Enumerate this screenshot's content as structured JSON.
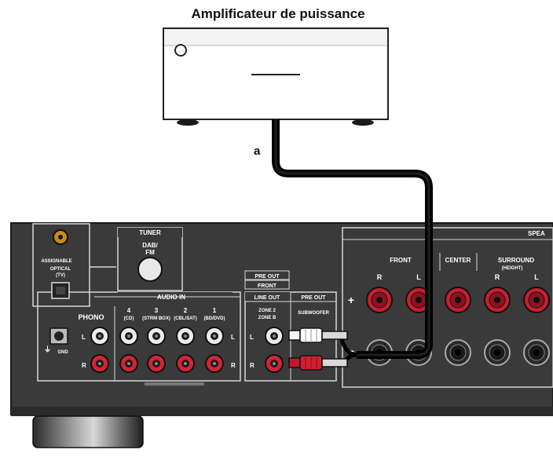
{
  "title": "Amplificateur de puissance",
  "cable_label": "a",
  "receiver": {
    "speakers_header": "SPEA",
    "optical": {
      "top": "ASSIGNABLE",
      "label": "OPTICAL",
      "sub": "(TV)"
    },
    "tuner": {
      "header": "TUNER",
      "dab": "DAB/",
      "fm": "FM"
    },
    "audio_in": {
      "header": "AUDIO IN",
      "phono": "PHONO",
      "gnd": "GND",
      "channels": [
        {
          "num": "4",
          "sub": "(CD)"
        },
        {
          "num": "3",
          "sub": "(STRM BOX)"
        },
        {
          "num": "2",
          "sub": "(CBL/SAT)"
        },
        {
          "num": "1",
          "sub": "(BD/DVD)"
        }
      ],
      "left": "L",
      "right": "R"
    },
    "pre_out": {
      "header": "PRE OUT",
      "front": "FRONT",
      "line_out": "LINE OUT",
      "pre_out2": "PRE OUT",
      "zone2": "ZONE 2",
      "zoneb": "ZONE B",
      "subwoofer": "SUBWOOFER",
      "left": "L",
      "right": "R"
    },
    "speakers": {
      "front": "FRONT",
      "center": "CENTER",
      "surround": "SURROUND",
      "height": "(HEIGHT)",
      "r": "R",
      "l": "L",
      "plus": "+",
      "minus": "−"
    }
  }
}
